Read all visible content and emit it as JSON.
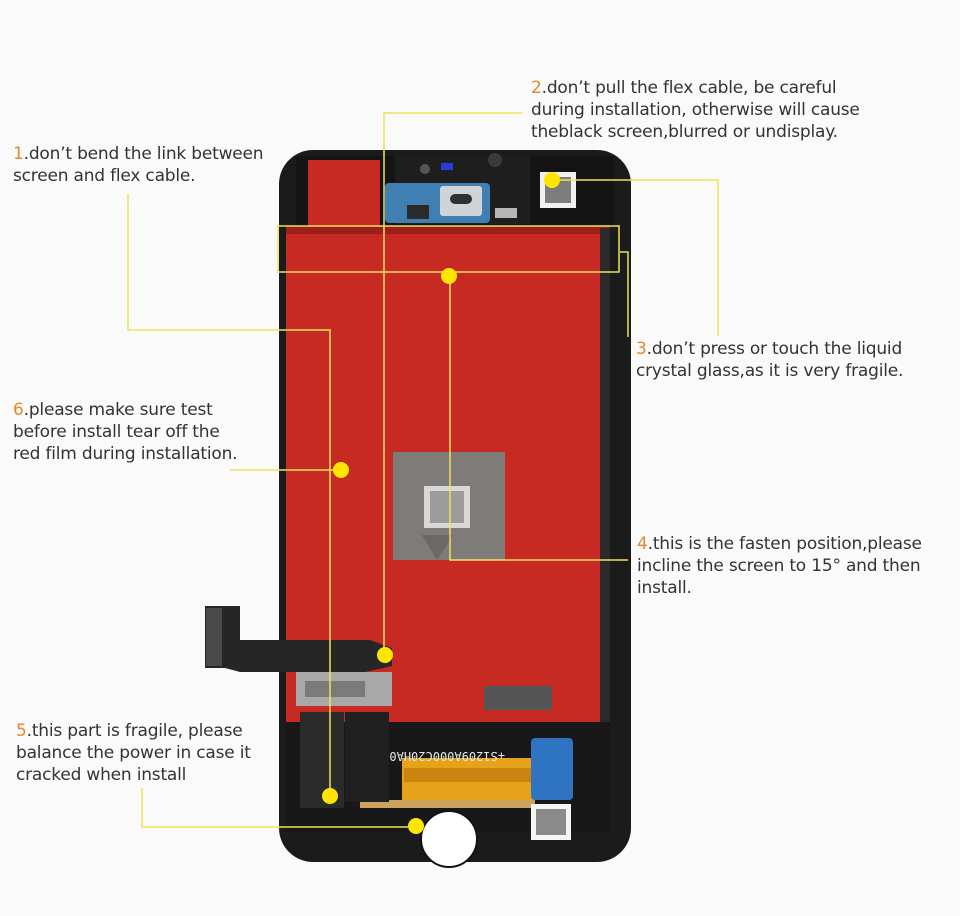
{
  "notes": [
    {
      "num": "1",
      "lines": [
        ".don’t bend the link between",
        "screen and flex cable."
      ]
    },
    {
      "num": "2",
      "lines": [
        ".don’t pull the flex cable, be careful",
        "during installation, otherwise will cause",
        "theblack screen,blurred or undisplay."
      ]
    },
    {
      "num": "3",
      "lines": [
        ".don’t press or touch the liquid",
        "crystal glass,as it is very fragile."
      ]
    },
    {
      "num": "4",
      "lines": [
        ".this is the fasten position,please",
        "incline the screen to 15°  and then",
        "install."
      ]
    },
    {
      "num": "5",
      "lines": [
        ".this part is fragile, please",
        "balance the power in case it",
        "cracked when install"
      ]
    },
    {
      "num": "6",
      "lines": [
        ".please make sure test",
        "before install tear off the",
        "red film during installation."
      ]
    }
  ],
  "panel_print": "+S1209A000C20HA0",
  "colors": {
    "accent_number": "#e8872a",
    "leader": "#f0e25a",
    "dot": "#ffe600",
    "red_film": "#c62a22",
    "frame": "#1b1b1b",
    "flex_connector": "#2f74c0",
    "flex_cable": "#e6a21a"
  }
}
